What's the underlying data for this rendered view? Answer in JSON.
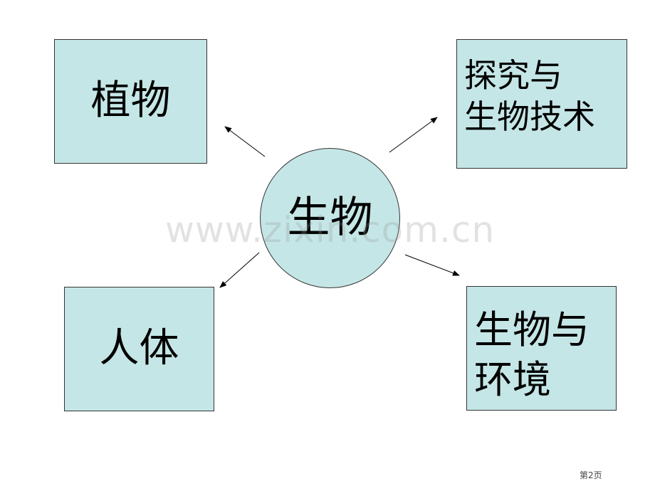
{
  "diagram": {
    "center": {
      "label": "生物"
    },
    "nodes": {
      "plants": {
        "label": "植物"
      },
      "inquiry": {
        "line1": "探究与",
        "line2": "生物技术"
      },
      "human": {
        "label": "人体"
      },
      "environment": {
        "line1": "生物与",
        "line2": "环境"
      }
    }
  },
  "watermark": "www.zixin.com.cn",
  "page_number": "第2页",
  "colors": {
    "node_fill": "#c5e6e6",
    "node_border": "#333333",
    "arrow": "#000000",
    "background": "#ffffff"
  }
}
